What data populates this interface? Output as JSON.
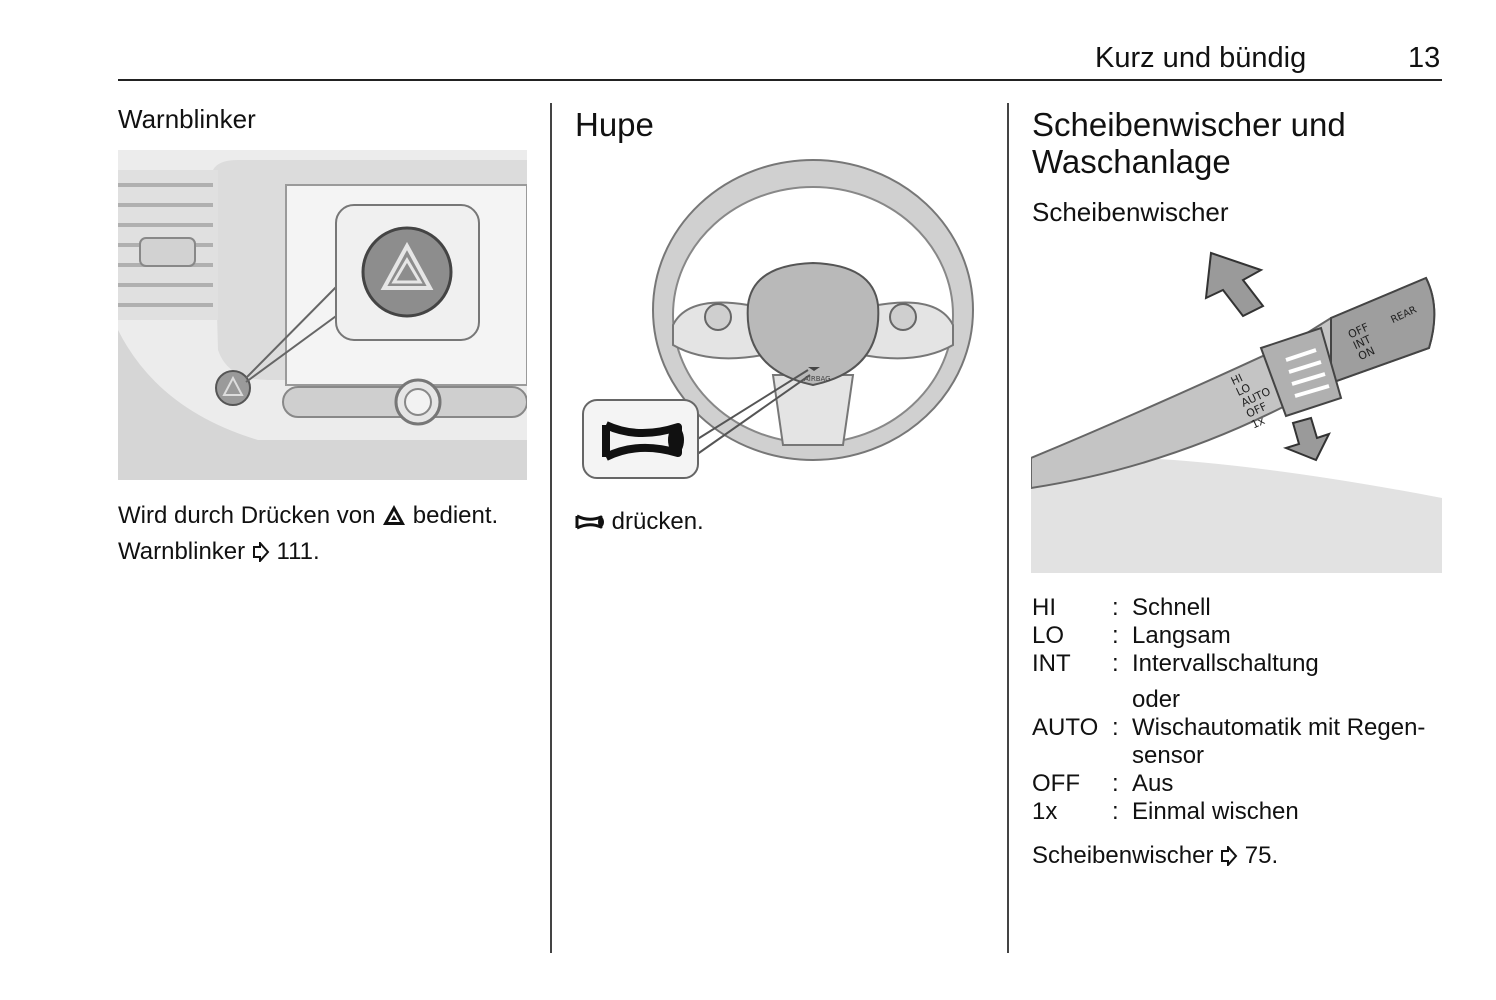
{
  "header": {
    "title": "Kurz und bündig",
    "page_number": "13"
  },
  "warnblinker": {
    "heading": "Warnblinker",
    "text_before": "Wird durch Drücken von",
    "text_after": "bedient.",
    "ref_label": "Warnblinker",
    "ref_page": "111."
  },
  "hupe": {
    "heading": "Hupe",
    "text": "drücken.",
    "airbag_label": "AIRBAG"
  },
  "wiper": {
    "heading": "Scheibenwischer und Waschanlage",
    "subheading": "Scheibenwischer",
    "lever_labels": [
      "HI",
      "LO",
      "AUTO",
      "OFF",
      "1x"
    ],
    "ring_labels": [
      "OFF",
      "INT",
      "ON"
    ],
    "rear_label": "REAR",
    "legend": [
      {
        "key": "HI",
        "desc": "Schnell"
      },
      {
        "key": "LO",
        "desc": "Langsam"
      },
      {
        "key": "INT",
        "desc": "Intervallschaltung",
        "sub": "oder"
      },
      {
        "key": "AUTO",
        "desc": "Wischautomatik mit Regen-sensor"
      },
      {
        "key": "OFF",
        "desc": "Aus"
      },
      {
        "key": "1x",
        "desc": "Einmal wischen"
      }
    ],
    "ref_label": "Scheibenwischer",
    "ref_page": "75."
  }
}
